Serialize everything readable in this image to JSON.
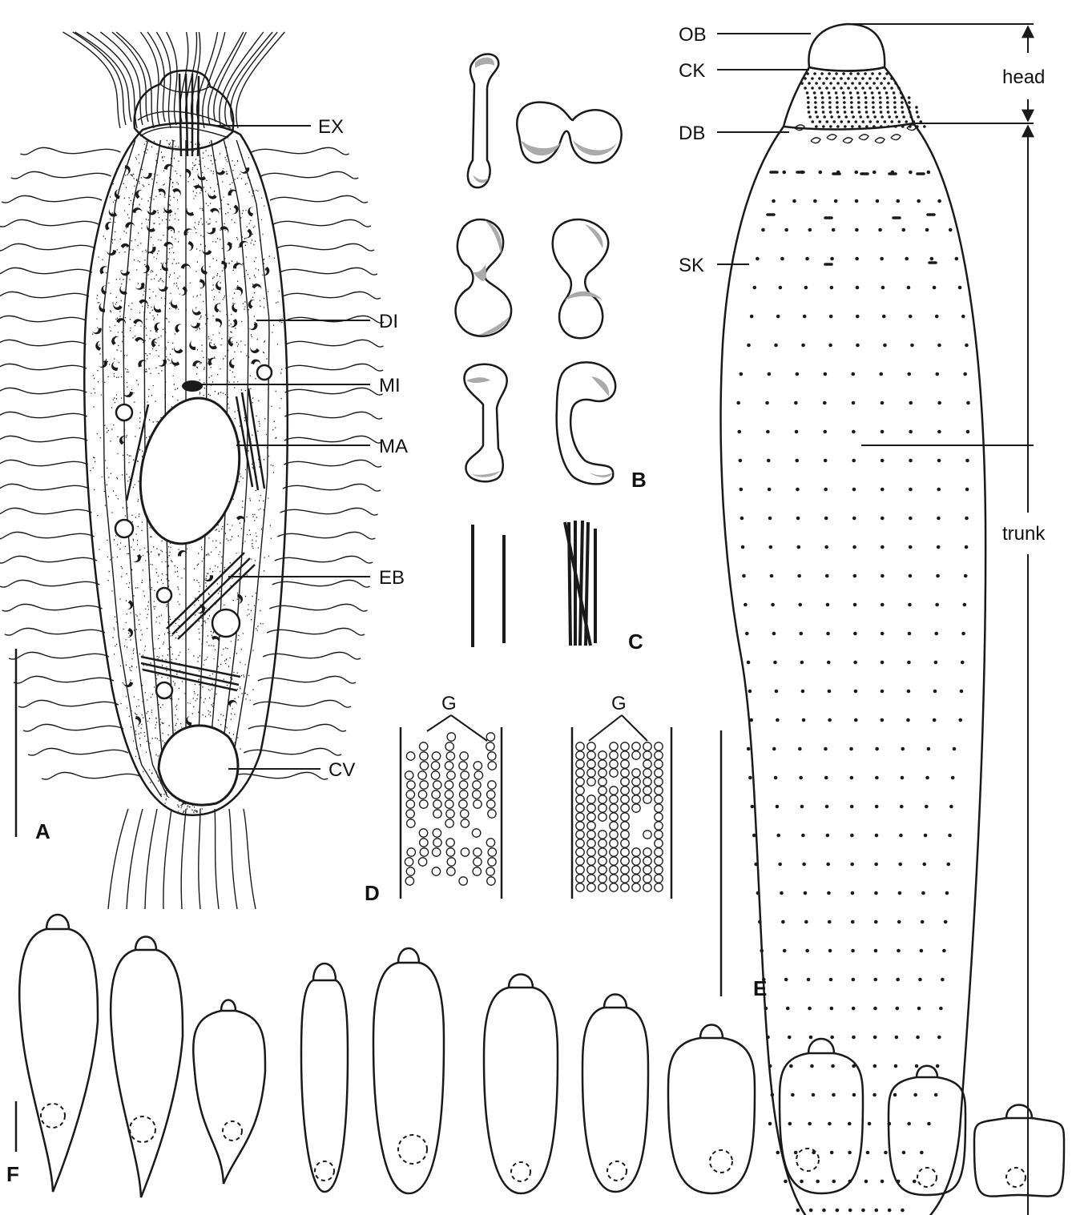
{
  "figure": {
    "panel_labels": [
      "A",
      "B",
      "C",
      "D",
      "E",
      "F"
    ],
    "panel_a_labels": [
      "EX",
      "DI",
      "MI",
      "MA",
      "EB",
      "CV"
    ],
    "panel_d_labels": [
      "G",
      "G"
    ],
    "panel_e_labels": [
      "OB",
      "CK",
      "DB",
      "SK"
    ],
    "panel_e_dimensions": [
      "head",
      "trunk"
    ]
  },
  "colors": {
    "ink": "#1a1a1a",
    "shade": "#aaaaaa",
    "background": "#ffffff"
  }
}
